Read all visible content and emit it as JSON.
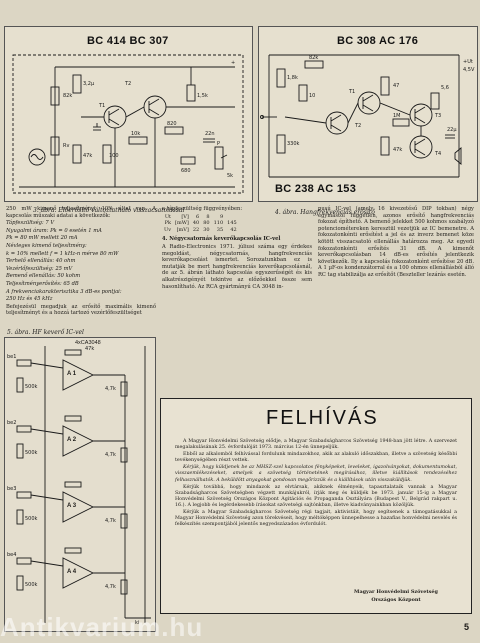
{
  "fig3": {
    "title": "BC 414 BC 307",
    "caption": "3. ábra. Előerősítő változtatható visszacsatolással"
  },
  "fig4": {
    "title_top": "BC 308 AC 176",
    "title_bottom": "BC 238 AC 153",
    "caption": "4. ábra. Hangfrekvenciás erősítő"
  },
  "fig5": {
    "caption": "5. ábra. HF keverő IC-vel",
    "chip_label": "4xCA3048",
    "amps": [
      "A 1",
      "A 2",
      "A 3",
      "A 4"
    ]
  },
  "col1": {
    "intro": "250 mW kimenő teljesítményt 10% által van. A kapcsolás műszaki adatai a következők:",
    "specs": [
      "Tápfeszültség: 7 V",
      "Nyugalmi áram: Pk = 0 esetén 1 mA",
      "Pk = 80 mW mellett 20 mA",
      "Névleges kimenő teljesítmény:",
      "k = 10% mellett f = 1 kHz-n mérve 80 mW",
      "Terhelő ellenállás: 40 ohm",
      "Vezérlőfeszültség: 25 mV",
      "Bemenő ellenállás: 50 kohm",
      "Teljesítményerősítés: 65 dB",
      "A frekvenciakarakterisztika 3 dB-es pontjai:",
      "250 Hz és 45 kHz"
    ],
    "outro": "Befejezésül megadjuk az erősítő maximális kimenő teljesítményt és a hozzá tartozó vezérlőfeszültséget"
  },
  "col2": {
    "table_title": "a tápfeszültség függvényében:",
    "table_rows": [
      [
        "Ut",
        "[V]",
        "6",
        "8",
        "9"
      ],
      [
        "Pk",
        "[mW]",
        "40",
        "80",
        "110",
        "145"
      ],
      [
        "Uv",
        "[mV]",
        "22",
        "30",
        "35",
        "42"
      ]
    ],
    "heading": "4. Négycsatornás keverőkapcsolás IC-vel",
    "body": "A Radio-Electronics 1971. júliusi száma egy érdekes megoldást, négycsatornás, hangfrekvenciás keverőkapcsolást ismertet. Sorozatunkban ez is mutatják be mert hangfrekvenciás keverőkapcsolásnál, de az 5. ábrán látható kapcsolás egyszerűségét és kis alkatrészigényét tekintve az előzőekkel össze sem hasonlítható. Az RCA gyártmányú CA 3048 in-"
  },
  "col3": {
    "body": "pusú IC-vel (amely 16 kivezetésű DIP tokban) négy egymástól független, azonos erősítő hangfrekvenciás fokozat építhető. A bemenő jelekket 500 kohmos szabályzó potenciométereken keresztül vezetjük az IC bemenetre. A fokozatonkénti erősítést a jel és az inverz bemenet köze kötött visszacsatoló ellenállás határozza meg. Az egyedi fokozatonkénti erősítés 31 dB. A kimenőt keverőkapcsolásban 14 dB-es erősítés jelentkezik következők. Ily a kapcsolás fokozatonként erősítése 20 dB. A 1 µF-os kondenzátorral és a 100 ohmos ellenállásból álló RC tag stabilizálja az erősítőt (Beszteller lezárás esetén."
  },
  "notice": {
    "title": "FELHÍVÁS",
    "paragraphs": [
      "A Magyar Honvédelmi Szövetség elődje, a Magyar Szabadságharcos Szövetség 1948-ban jött létre. A szervezet megalakulásának 25. évfordulóját 1973. március 12-én ünnepeljük.",
      "Ebből az alkalomból felhívással fordulunk mindazokhoz, akik az alakuló időszakban, illetve a szövetség későbbi tevékenységében részt vettek.",
      "Kérjük, hogy küldjenek be az MHSZ-szel kapcsolatos fényképeket, leveleket, igazolványokat, dokumentumokat, visszaemlékezéseket, amelyek a szövetség történetének megírásához, illetve kiállítások rendezéséhez felhasználhatók. A beküldött anyagokat gondosan megőrizzük és a kiállítások után visszaküldjük.",
      "Kérjük továbbá, hogy mindazok az elvtársak, akiknek élményeik, tapasztalataik vannak a Magyar Szabadságharcos Szövetségben végzett munkájukról, írják meg és küldjék be 1973. január 15-ig a Magyar Honvédelmi Szövetség Országos Központ Agitációs és Propaganda Osztályára (Budapest V., Belgrád rakpart u. 16.). A legjobb és legérdekesebb írásokat szövetségi sajtónkban, illetve kiadványainkban közöljük.",
      "Kérjük a Magyar Szabadságharcos Szövetség régi tagjait, aktivistáit, hogy segítsenek a támogatásukkal a Magyar Honvédelmi Szövetség azon törekvéseit, hogy méltóképpen ünnepelhesse a hazafias honvédelmi nevelés és felkészítés szempontjából jelentős negyedszázados évfordulót."
    ],
    "signature_line1": "Magyar Honvédelmi Szövetség",
    "signature_line2": "Országos Központ"
  },
  "page_number": "5",
  "watermark": "Antikvarium.hu"
}
